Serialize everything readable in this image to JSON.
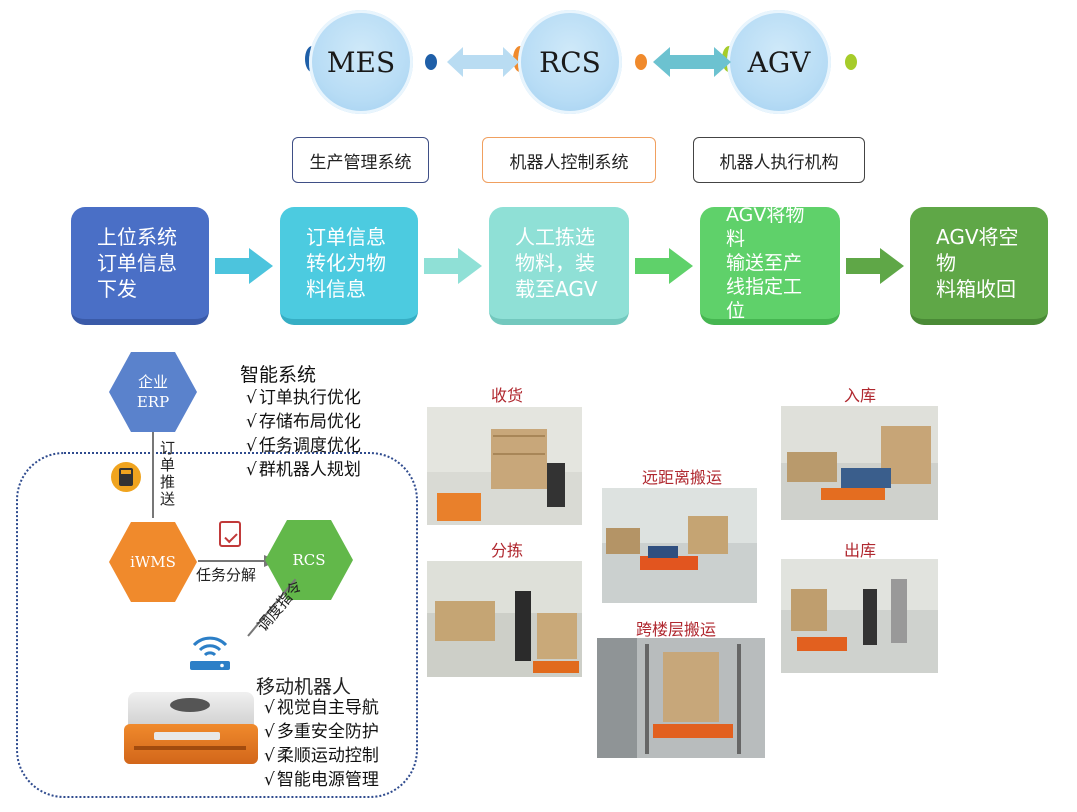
{
  "systems": [
    {
      "name": "MES",
      "desc": "生产管理系统"
    },
    {
      "name": "RCS",
      "desc": "机器人控制系统"
    },
    {
      "name": "AGV",
      "desc": "机器人执行机构"
    }
  ],
  "flow": [
    {
      "line1": "上位系统",
      "line2": "订单信息",
      "line3": "下发",
      "color": "#4a6fc6"
    },
    {
      "line1": "订单信息",
      "line2": "转化为物",
      "line3": "料信息",
      "color": "#4ccbe0"
    },
    {
      "line1": "人工拣选",
      "line2": "物料，装",
      "line3": "载至AGV",
      "color": "#8fe0d6"
    },
    {
      "line1": "AGV将物料",
      "line2": "输送至产",
      "line3": "线指定工",
      "line4": "位",
      "color": "#5fd16a"
    },
    {
      "line1": "AGV将空物",
      "line2": "料箱收回",
      "color": "#5fa747"
    }
  ],
  "arch": {
    "erp_line1": "企业",
    "erp_line2": "ERP",
    "order_push": "订单推送",
    "iwms": "iWMS",
    "rcs": "RCS",
    "task_split": "任务分解",
    "dispatch": "调度指令",
    "mobile_robot": "移动机器人"
  },
  "smart_system": {
    "title": "智能系统",
    "items": [
      "订单执行优化",
      "存储布局优化",
      "任务调度优化",
      "群机器人规划"
    ]
  },
  "robot_features": {
    "items": [
      "视觉自主导航",
      "多重安全防护",
      "柔顺运动控制",
      "智能电源管理"
    ]
  },
  "scenes": {
    "receive": "收货",
    "putaway": "入库",
    "long_transport": "远距离搬运",
    "sort": "分拣",
    "outbound": "出库",
    "floor_transport": "跨楼层搬运"
  }
}
